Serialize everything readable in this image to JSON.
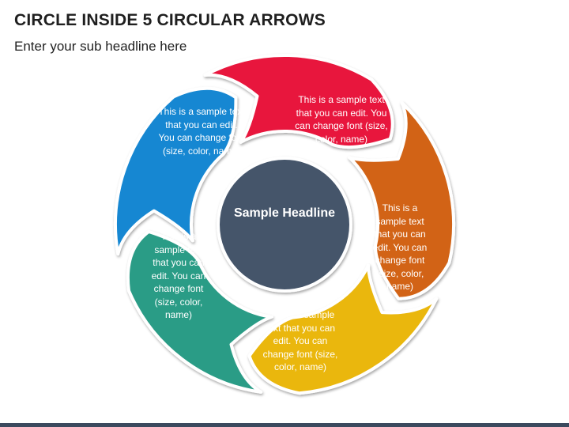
{
  "slide": {
    "title": "CIRCLE INSIDE 5 CIRCULAR ARROWS",
    "subtitle": "Enter your sub headline here"
  },
  "diagram": {
    "center": {
      "label": "Sample Headline",
      "color": "#44546a"
    },
    "segments": [
      {
        "name": "red",
        "color": "#e8193e",
        "text": "This is a sample text that you can edit. You can change font (size, color, name)"
      },
      {
        "name": "orange",
        "color": "#d26413",
        "text": "This is a sample text that you can edit. You can change font (size, color, name)"
      },
      {
        "name": "yellow",
        "color": "#eab711",
        "text": "This is a sample text that you can edit. You can change font (size, color, name)"
      },
      {
        "name": "teal",
        "color": "#2c9c86",
        "text": "This is a sample text that you can edit. You can change font (size, color, name)"
      },
      {
        "name": "blue",
        "color": "#1487d2",
        "text": "This is a sample text that you can edit. You can change font (size, color, name)"
      }
    ]
  }
}
